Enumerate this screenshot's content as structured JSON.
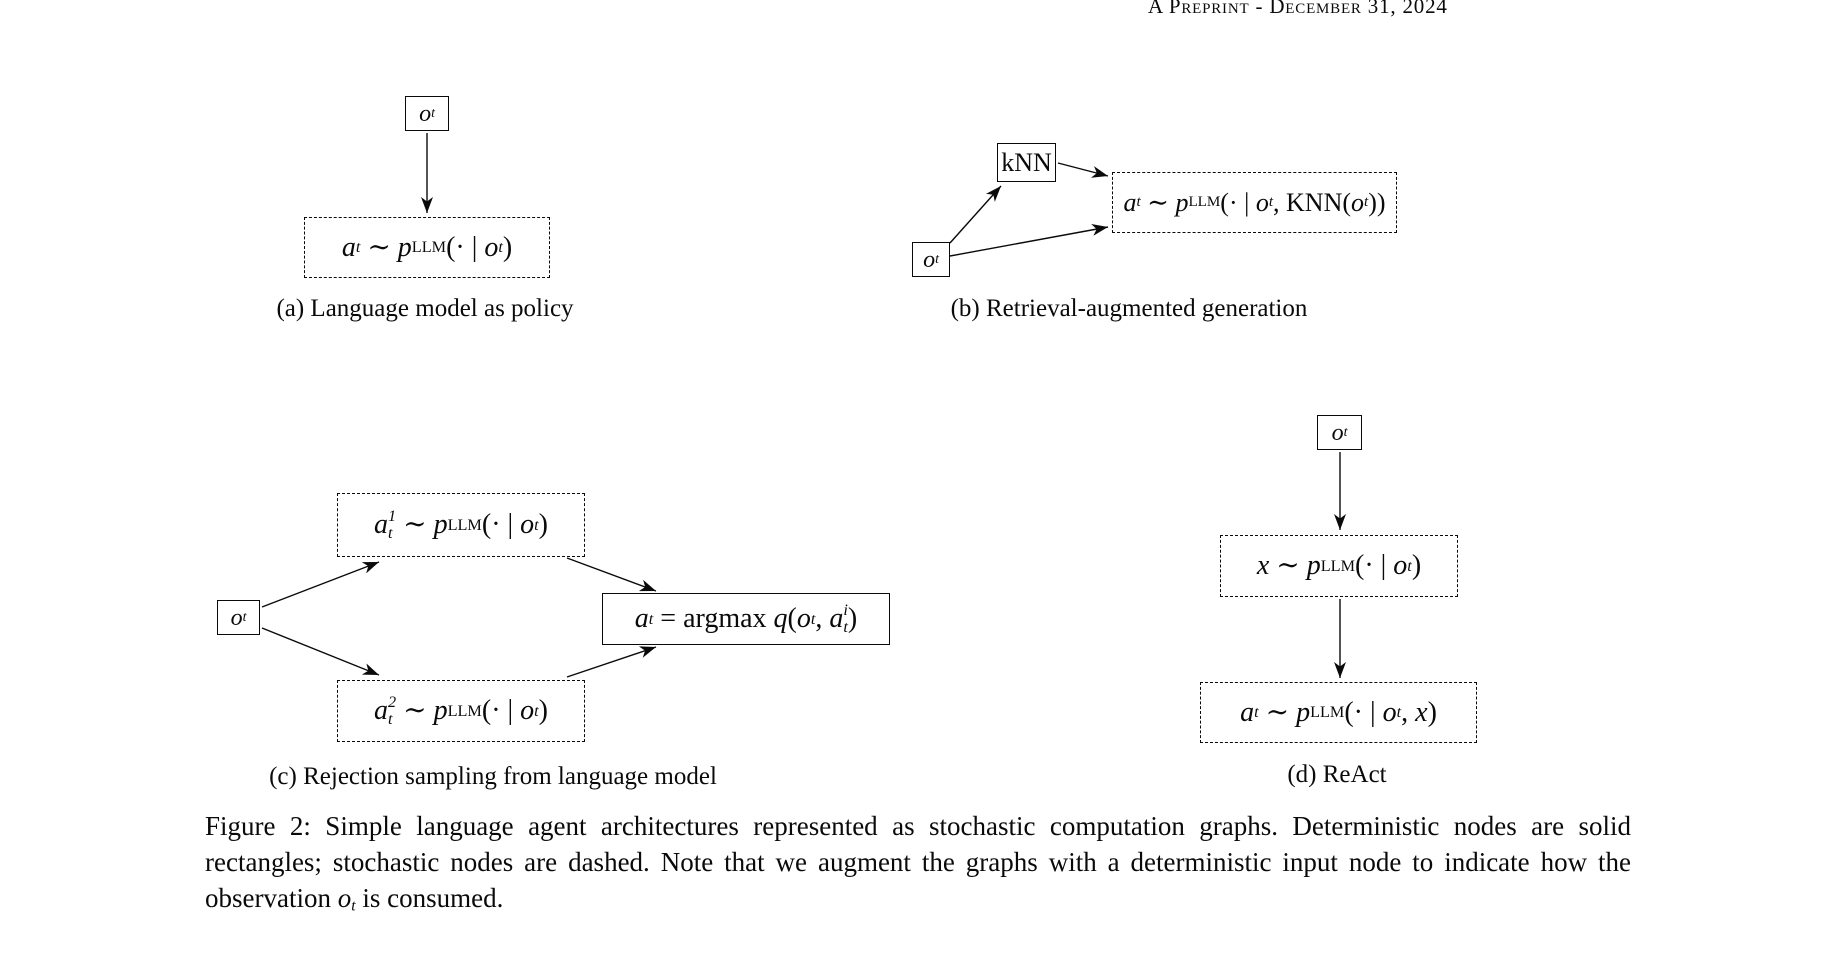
{
  "colors": {
    "ink": "#0a0a0a",
    "background": "#ffffff"
  },
  "header": {
    "preprint_line": "A Preprint - December 31, 2024"
  },
  "panels": {
    "a": {
      "caption": "(a) Language model as policy",
      "nodes": {
        "obs": [
          {
            "t": "o",
            "s": "v"
          },
          {
            "t": "t",
            "s": "sb"
          }
        ],
        "action": [
          {
            "t": "a",
            "s": "v"
          },
          {
            "t": "t",
            "s": "sb"
          },
          {
            "t": " ∼ ",
            "s": ""
          },
          {
            "t": "p",
            "s": "v"
          },
          {
            "t": "LLM",
            "s": "sbr"
          },
          {
            "t": "(· | ",
            "s": ""
          },
          {
            "t": "o",
            "s": "v"
          },
          {
            "t": "t",
            "s": "sb"
          },
          {
            "t": ")",
            "s": ""
          }
        ]
      }
    },
    "b": {
      "caption": "(b) Retrieval-augmented generation",
      "nodes": {
        "obs": [
          {
            "t": "o",
            "s": "v"
          },
          {
            "t": "t",
            "s": "sb"
          }
        ],
        "knn": [
          {
            "t": "kNN",
            "s": ""
          }
        ],
        "action": [
          {
            "t": "a",
            "s": "v"
          },
          {
            "t": "t",
            "s": "sb"
          },
          {
            "t": " ∼ ",
            "s": ""
          },
          {
            "t": "p",
            "s": "v"
          },
          {
            "t": "LLM",
            "s": "sbr"
          },
          {
            "t": "(· | ",
            "s": ""
          },
          {
            "t": "o",
            "s": "v"
          },
          {
            "t": "t",
            "s": "sb"
          },
          {
            "t": ", KNN(",
            "s": ""
          },
          {
            "t": "o",
            "s": "v"
          },
          {
            "t": "t",
            "s": "sb"
          },
          {
            "t": "))",
            "s": ""
          }
        ]
      }
    },
    "c": {
      "caption": "(c) Rejection sampling from language model",
      "nodes": {
        "obs": [
          {
            "t": "o",
            "s": "v"
          },
          {
            "t": "t",
            "s": "sb"
          }
        ],
        "sample1": [
          {
            "t": "a",
            "s": "v"
          },
          {
            "sp": "1",
            "sb": "t"
          },
          {
            "t": " ∼ ",
            "s": ""
          },
          {
            "t": "p",
            "s": "v"
          },
          {
            "t": "LLM",
            "s": "sbr"
          },
          {
            "t": "(· | ",
            "s": ""
          },
          {
            "t": "o",
            "s": "v"
          },
          {
            "t": "t",
            "s": "sb"
          },
          {
            "t": ")",
            "s": ""
          }
        ],
        "sample2": [
          {
            "t": "a",
            "s": "v"
          },
          {
            "sp": "2",
            "sb": "t"
          },
          {
            "t": " ∼ ",
            "s": ""
          },
          {
            "t": "p",
            "s": "v"
          },
          {
            "t": "LLM",
            "s": "sbr"
          },
          {
            "t": "(· | ",
            "s": ""
          },
          {
            "t": "o",
            "s": "v"
          },
          {
            "t": "t",
            "s": "sb"
          },
          {
            "t": ")",
            "s": ""
          }
        ],
        "argmax": [
          {
            "t": "a",
            "s": "v"
          },
          {
            "t": "t",
            "s": "sb"
          },
          {
            "t": " = argmax ",
            "s": ""
          },
          {
            "t": "q",
            "s": "v"
          },
          {
            "t": "(",
            "s": ""
          },
          {
            "t": "o",
            "s": "v"
          },
          {
            "t": "t",
            "s": "sb"
          },
          {
            "t": ", ",
            "s": ""
          },
          {
            "t": "a",
            "s": "v"
          },
          {
            "sp": "i",
            "sb": "t"
          },
          {
            "t": ")",
            "s": ""
          }
        ]
      }
    },
    "d": {
      "caption": "(d) ReAct",
      "nodes": {
        "obs": [
          {
            "t": "o",
            "s": "v"
          },
          {
            "t": "t",
            "s": "sb"
          }
        ],
        "thought": [
          {
            "t": "x",
            "s": "v"
          },
          {
            "t": " ∼ ",
            "s": ""
          },
          {
            "t": "p",
            "s": "v"
          },
          {
            "t": "LLM",
            "s": "sbr"
          },
          {
            "t": "(· | ",
            "s": ""
          },
          {
            "t": "o",
            "s": "v"
          },
          {
            "t": "t",
            "s": "sb"
          },
          {
            "t": ")",
            "s": ""
          }
        ],
        "action": [
          {
            "t": "a",
            "s": "v"
          },
          {
            "t": "t",
            "s": "sb"
          },
          {
            "t": " ∼ ",
            "s": ""
          },
          {
            "t": "p",
            "s": "v"
          },
          {
            "t": "LLM",
            "s": "sbr"
          },
          {
            "t": "(· | ",
            "s": ""
          },
          {
            "t": "o",
            "s": "v"
          },
          {
            "t": "t",
            "s": "sb"
          },
          {
            "t": ", ",
            "s": ""
          },
          {
            "t": "x",
            "s": "v"
          },
          {
            "t": ")",
            "s": ""
          }
        ]
      }
    }
  },
  "figure_caption": {
    "segments": [
      {
        "t": "Figure 2: Simple language agent architectures represented as stochastic computation graphs. Deterministic nodes are solid rectangles; stochastic nodes are dashed. Note that we augment the graphs with a deterministic input node to indicate how the observation ",
        "s": ""
      },
      {
        "t": "o",
        "s": "v"
      },
      {
        "t": "t",
        "s": "sb"
      },
      {
        "t": " is consumed.",
        "s": ""
      }
    ]
  }
}
